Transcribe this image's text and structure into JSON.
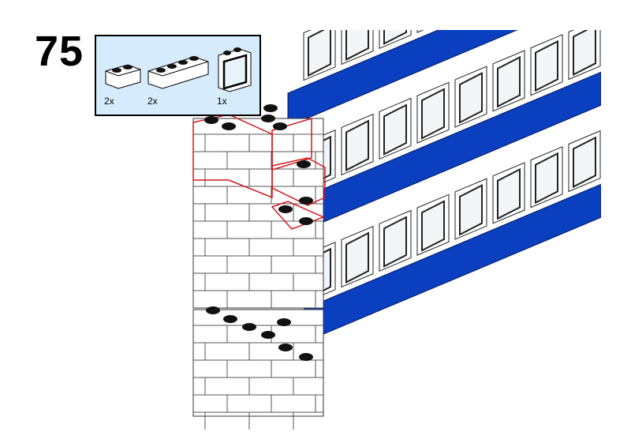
{
  "step": {
    "number": "75"
  },
  "parts_list": [
    {
      "qty": "2x",
      "icon": "brick-1x2-icon"
    },
    {
      "qty": "2x",
      "icon": "brick-1x4-icon"
    },
    {
      "qty": "1x",
      "icon": "window-1x2x2-icon"
    }
  ],
  "colors": {
    "blue": "#0a3fbf",
    "box_bg": "#d6ecfc",
    "highlight": "#d4161b"
  }
}
